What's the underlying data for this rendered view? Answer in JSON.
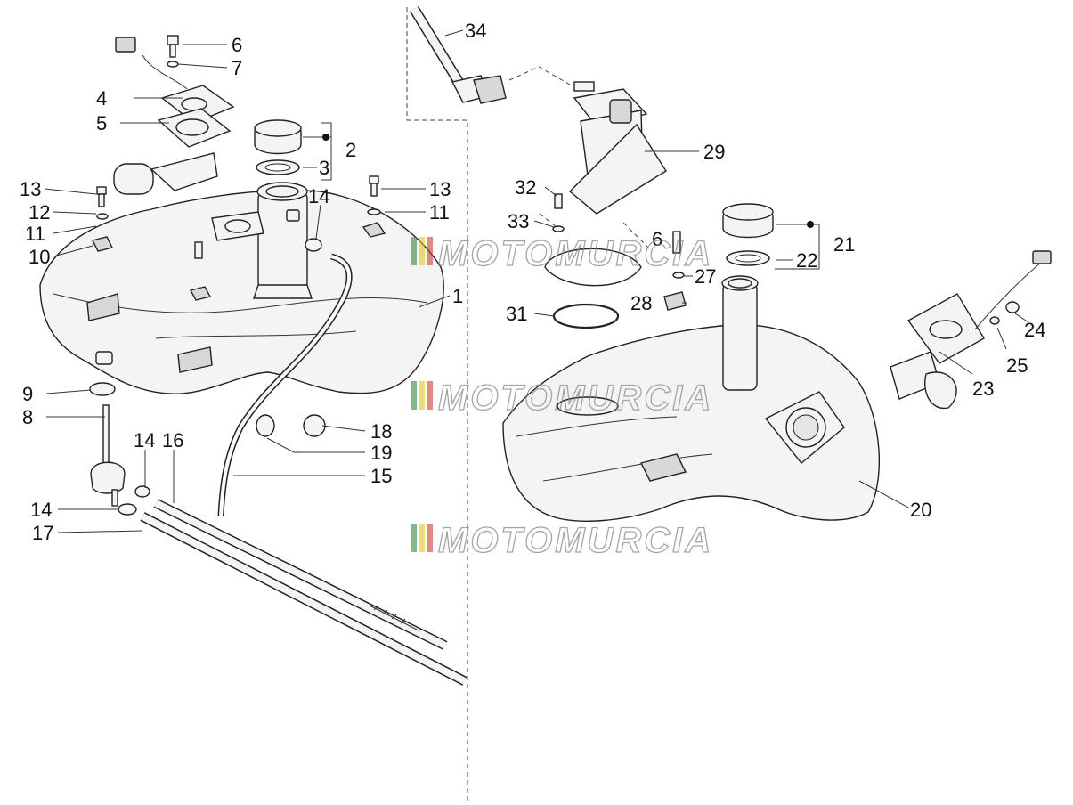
{
  "watermark": "MOTOMURCIA",
  "callouts": [
    "1",
    "2",
    "3",
    "4",
    "5",
    "6",
    "7",
    "8",
    "9",
    "10",
    "11",
    "12",
    "13",
    "14",
    "15",
    "16",
    "17",
    "18",
    "19",
    "20",
    "21",
    "22",
    "23",
    "24",
    "25",
    "27",
    "28",
    "29",
    "31",
    "32",
    "33",
    "34"
  ],
  "colors": {
    "line": "#222222",
    "watermark_stripe_1": "#2e8b3e",
    "watermark_stripe_2": "#e6c229",
    "watermark_stripe_3": "#d33a2c"
  }
}
